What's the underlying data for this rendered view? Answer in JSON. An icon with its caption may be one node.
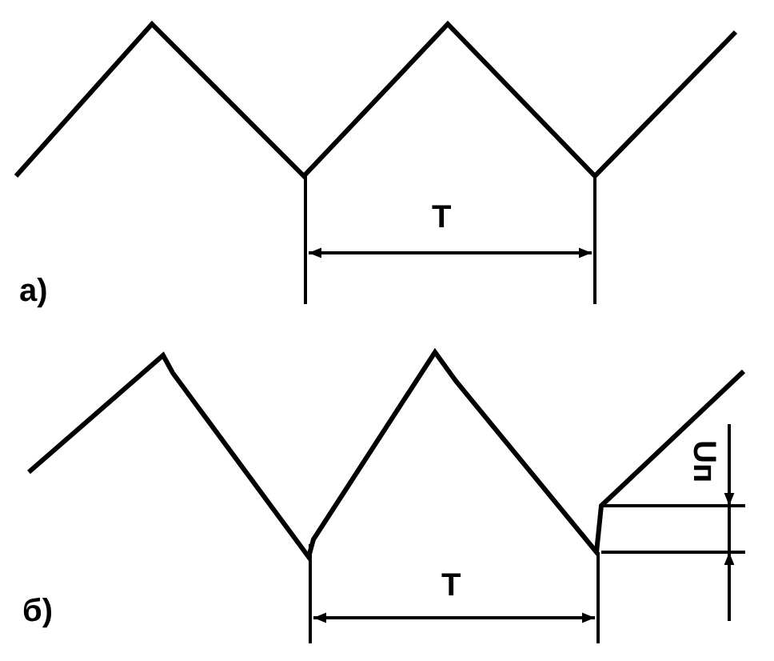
{
  "diagram": {
    "labels": [
      "а)",
      "Т",
      "б)",
      "Т",
      "Uп"
    ]
  }
}
